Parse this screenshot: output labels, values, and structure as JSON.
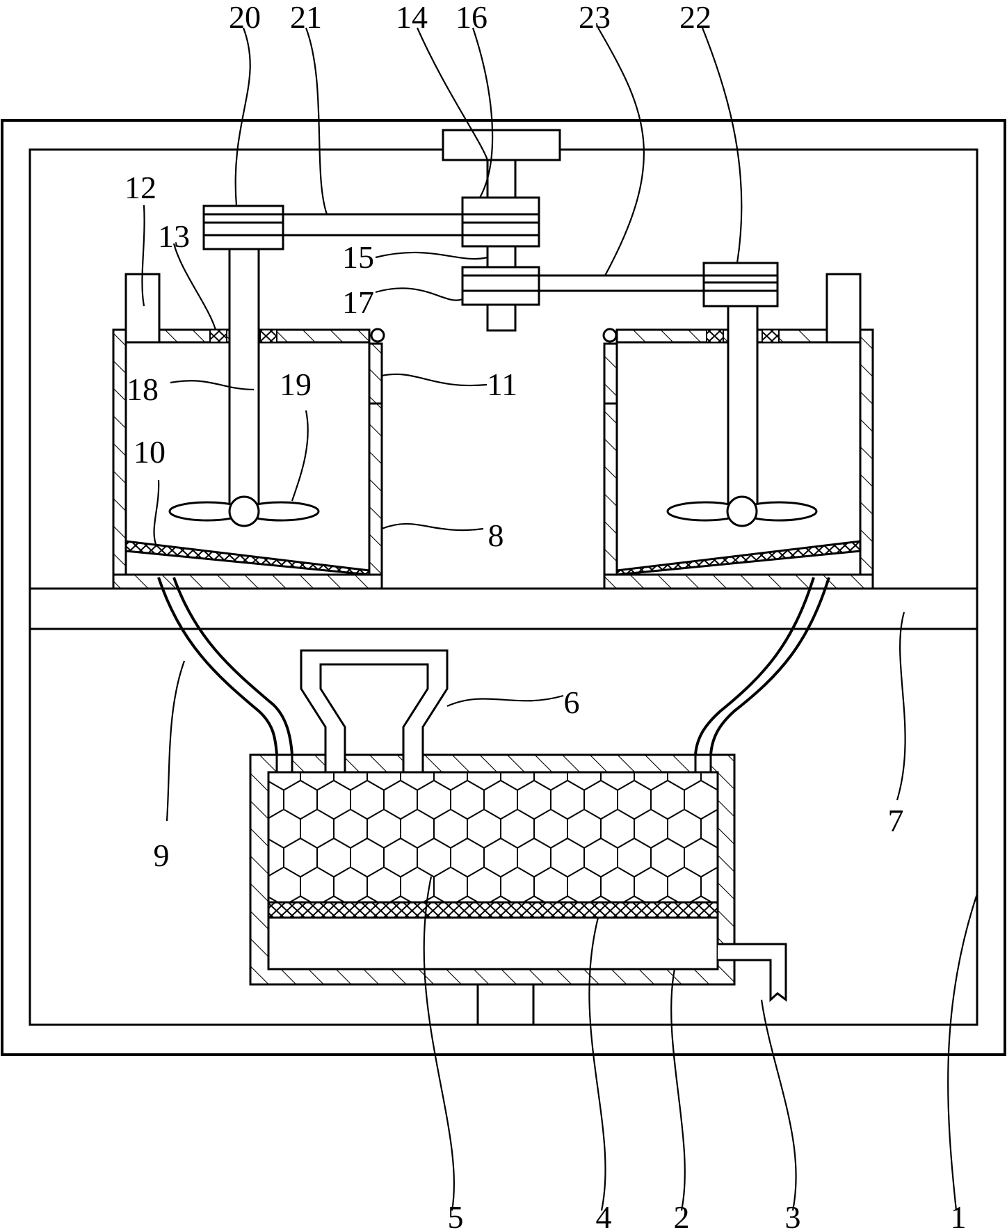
{
  "figure": {
    "labels": [
      {
        "id": "1",
        "text": "1"
      },
      {
        "id": "2",
        "text": "2"
      },
      {
        "id": "3",
        "text": "3"
      },
      {
        "id": "4",
        "text": "4"
      },
      {
        "id": "5",
        "text": "5"
      },
      {
        "id": "6",
        "text": "6"
      },
      {
        "id": "7",
        "text": "7"
      },
      {
        "id": "8",
        "text": "8"
      },
      {
        "id": "9",
        "text": "9"
      },
      {
        "id": "10",
        "text": "10"
      },
      {
        "id": "11",
        "text": "11"
      },
      {
        "id": "12",
        "text": "12"
      },
      {
        "id": "13",
        "text": "13"
      },
      {
        "id": "14",
        "text": "14"
      },
      {
        "id": "15",
        "text": "15"
      },
      {
        "id": "16",
        "text": "16"
      },
      {
        "id": "17",
        "text": "17"
      },
      {
        "id": "18",
        "text": "18"
      },
      {
        "id": "19",
        "text": "19"
      },
      {
        "id": "20",
        "text": "20"
      },
      {
        "id": "21",
        "text": "21"
      },
      {
        "id": "22",
        "text": "22"
      },
      {
        "id": "23",
        "text": "23"
      }
    ]
  }
}
